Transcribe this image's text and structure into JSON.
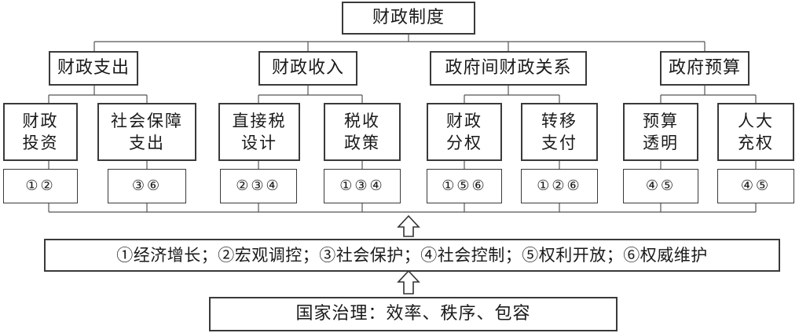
{
  "top": "财政制度",
  "categories": [
    {
      "label": "财政支出",
      "subs": [
        {
          "label": "财政\n投资",
          "nums": "①②"
        },
        {
          "label": "社会保障\n支出",
          "nums": "③⑥"
        }
      ]
    },
    {
      "label": "财政收入",
      "subs": [
        {
          "label": "直接税\n设计",
          "nums": "②③④"
        },
        {
          "label": "税收\n政策",
          "nums": "①③④"
        }
      ]
    },
    {
      "label": "政府间财政关系",
      "subs": [
        {
          "label": "财政\n分权",
          "nums": "①⑤⑥"
        },
        {
          "label": "转移\n支付",
          "nums": "①②⑥"
        }
      ]
    },
    {
      "label": "政府预算",
      "subs": [
        {
          "label": "预算\n透明",
          "nums": "④⑤"
        },
        {
          "label": "人大\n充权",
          "nums": "④⑤"
        }
      ]
    }
  ],
  "goals": "①经济增长；②宏观调控；③社会保护；④社会控制；⑤权利开放；⑥权威维护",
  "bottom": "国家治理：效率、秩序、包容"
}
